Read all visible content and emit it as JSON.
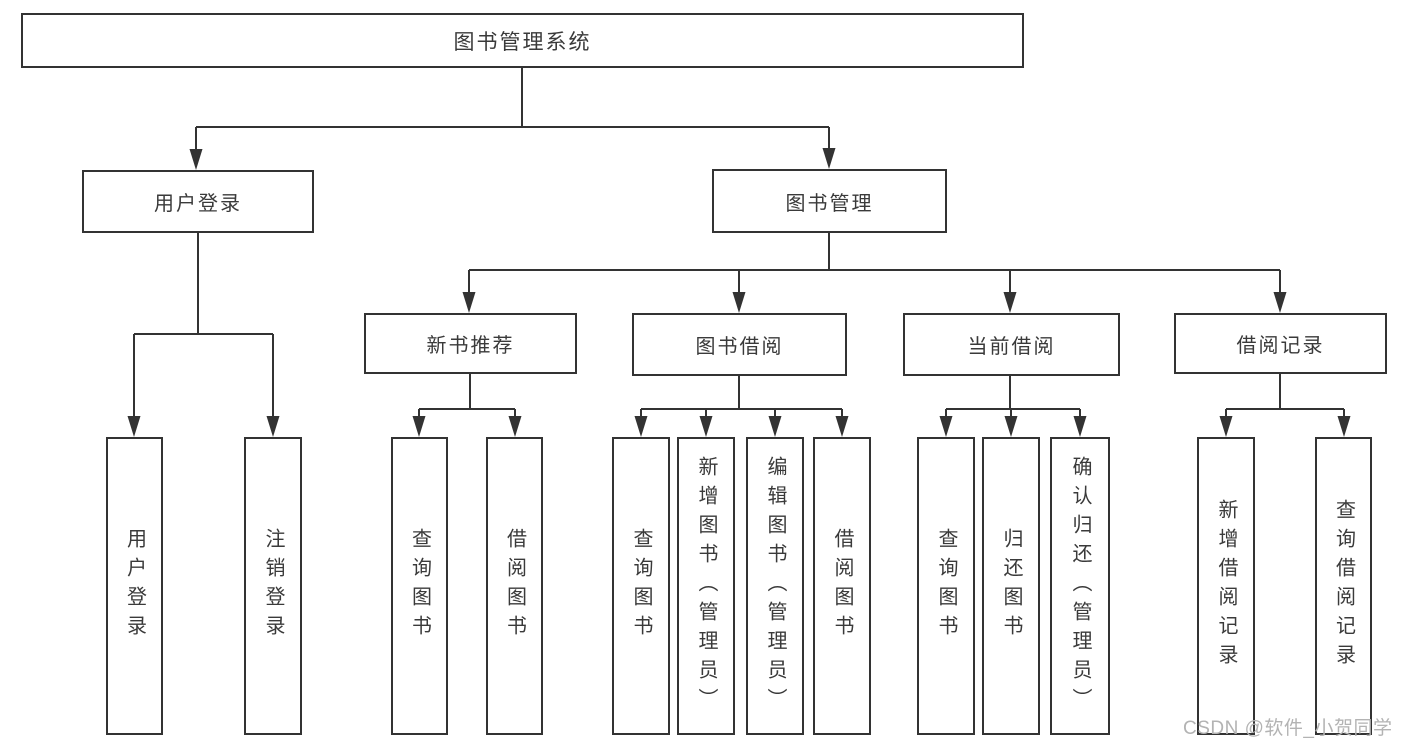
{
  "diagram": {
    "root": {
      "label": "图书管理系统"
    },
    "branches": [
      {
        "label": "用户登录",
        "children": [
          {
            "label": "用户登录"
          },
          {
            "label": "注销登录"
          }
        ]
      },
      {
        "label": "图书管理",
        "children": [
          {
            "label": "新书推荐",
            "children": [
              {
                "label": "查询图书"
              },
              {
                "label": "借阅图书"
              }
            ]
          },
          {
            "label": "图书借阅",
            "children": [
              {
                "label": "查询图书"
              },
              {
                "label": "新增图书（管理员）"
              },
              {
                "label": "编辑图书（管理员）"
              },
              {
                "label": "借阅图书"
              }
            ]
          },
          {
            "label": "当前借阅",
            "children": [
              {
                "label": "查询图书"
              },
              {
                "label": "归还图书"
              },
              {
                "label": "确认归还（管理员）"
              }
            ]
          },
          {
            "label": "借阅记录",
            "children": [
              {
                "label": "新增借阅记录"
              },
              {
                "label": "查询借阅记录"
              }
            ]
          }
        ]
      }
    ]
  },
  "watermark": "CSDN @软件_小贺同学",
  "colors": {
    "line": "#333333",
    "text": "#3a3a3a",
    "background": "#ffffff",
    "watermark": "#b3b3b3"
  }
}
